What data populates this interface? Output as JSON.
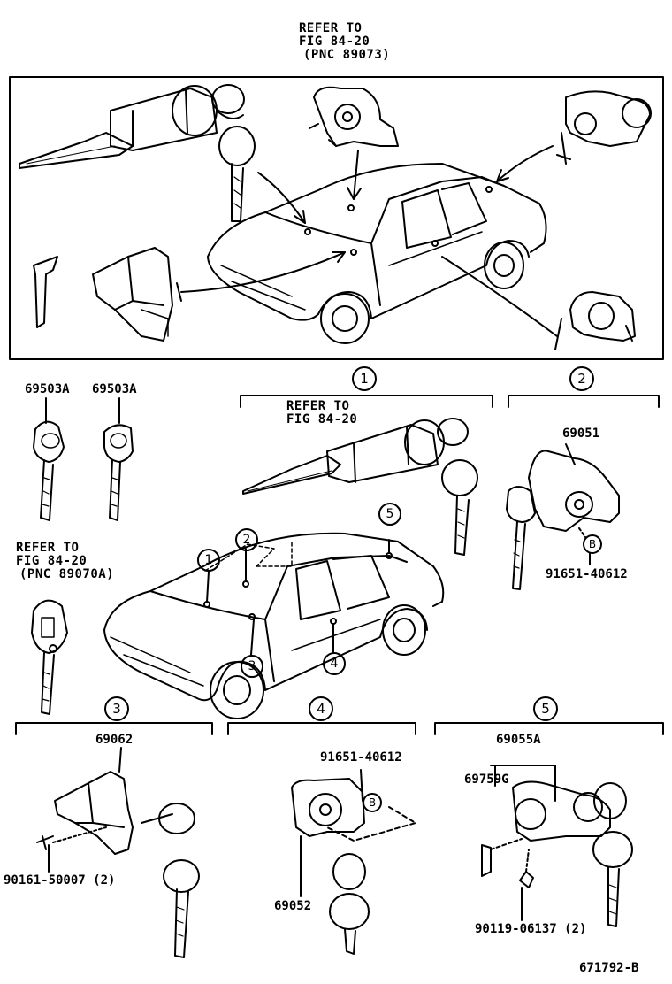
{
  "top_refer": {
    "line1": "REFER TO",
    "line2": "FIG 84-20",
    "line3": "(PNC 89073)"
  },
  "mid_refer": {
    "line1": "REFER TO",
    "line2": "FIG 84-20"
  },
  "left_refer": {
    "line1": "REFER TO",
    "line2": "FIG 84-20",
    "line3": "(PNC 89070A)"
  },
  "keys": {
    "left_key": "69503A",
    "right_key": "69503A"
  },
  "groups": [
    {
      "num": "1"
    },
    {
      "num": "2",
      "parts": [
        "69051",
        "91651-40612"
      ],
      "callout": "B"
    },
    {
      "num": "3",
      "parts": [
        "69062",
        "90161-50007 (2)"
      ]
    },
    {
      "num": "4",
      "parts": [
        "91651-40612",
        "69052"
      ],
      "callout": "B"
    },
    {
      "num": "5",
      "parts": [
        "69055A",
        "69759G",
        "90119-06137 (2)"
      ]
    }
  ],
  "car_callouts": [
    "1",
    "2",
    "3",
    "4",
    "5"
  ],
  "figure_id": "671792-B"
}
